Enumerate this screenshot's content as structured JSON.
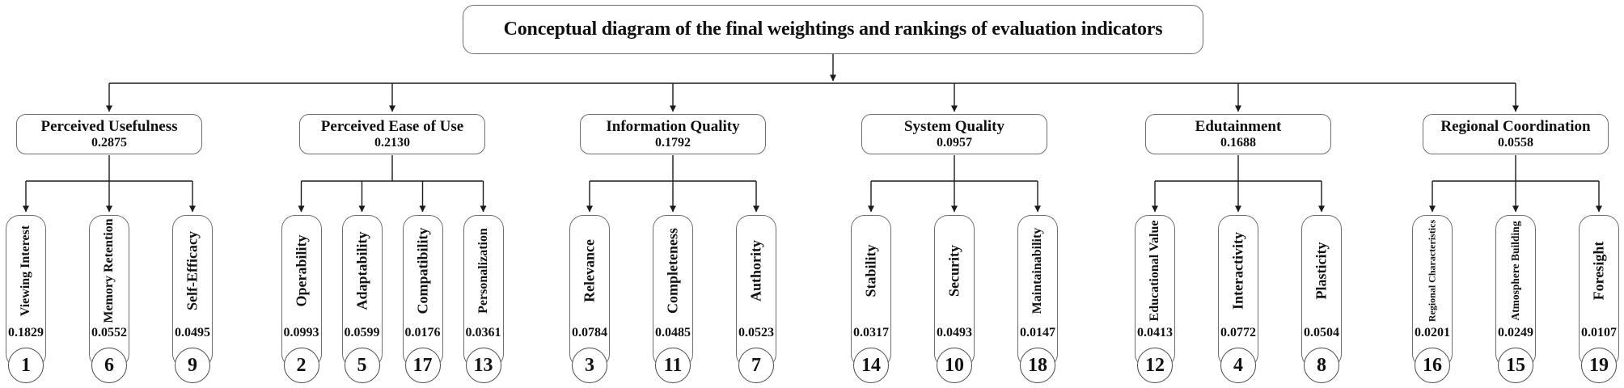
{
  "title": "Conceptual diagram of the final weightings and rankings of evaluation indicators",
  "categories": [
    {
      "name": "Perceived Usefulness",
      "weight": "0.2875",
      "indicators": [
        {
          "name": "Viewing Interest",
          "weight": "0.1829",
          "rank": "1"
        },
        {
          "name": "Memory Retention",
          "weight": "0.0552",
          "rank": "6"
        },
        {
          "name": "Self-Efficacy",
          "weight": "0.0495",
          "rank": "9"
        }
      ]
    },
    {
      "name": "Perceived Ease of Use",
      "weight": "0.2130",
      "indicators": [
        {
          "name": "Operability",
          "weight": "0.0993",
          "rank": "2"
        },
        {
          "name": "Adaptability",
          "weight": "0.0599",
          "rank": "5"
        },
        {
          "name": "Compatibility",
          "weight": "0.0176",
          "rank": "17"
        },
        {
          "name": "Personalization",
          "weight": "0.0361",
          "rank": "13"
        }
      ]
    },
    {
      "name": "Information Quality",
      "weight": "0.1792",
      "indicators": [
        {
          "name": "Relevance",
          "weight": "0.0784",
          "rank": "3"
        },
        {
          "name": "Completeness",
          "weight": "0.0485",
          "rank": "11"
        },
        {
          "name": "Authority",
          "weight": "0.0523",
          "rank": "7"
        }
      ]
    },
    {
      "name": "System Quality",
      "weight": "0.0957",
      "indicators": [
        {
          "name": "Stability",
          "weight": "0.0317",
          "rank": "14"
        },
        {
          "name": "Security",
          "weight": "0.0493",
          "rank": "10"
        },
        {
          "name": "Maintainability",
          "weight": "0.0147",
          "rank": "18"
        }
      ]
    },
    {
      "name": "Edutainment",
      "weight": "0.1688",
      "indicators": [
        {
          "name": "Educational Value",
          "weight": "0.0413",
          "rank": "12"
        },
        {
          "name": "Interactivity",
          "weight": "0.0772",
          "rank": "4"
        },
        {
          "name": "Plasticity",
          "weight": "0.0504",
          "rank": "8"
        }
      ]
    },
    {
      "name": "Regional Coordination",
      "weight": "0.0558",
      "indicators": [
        {
          "name": "Regional Characteristics",
          "weight": "0.0201",
          "rank": "16"
        },
        {
          "name": "Atmosphere Building",
          "weight": "0.0249",
          "rank": "15"
        },
        {
          "name": "Foresight",
          "weight": "0.0107",
          "rank": "19"
        }
      ]
    }
  ],
  "colors": {
    "line": "#1a1a1a",
    "box_border": "#6e6e6e",
    "text": "#111111",
    "background": "#ffffff"
  }
}
